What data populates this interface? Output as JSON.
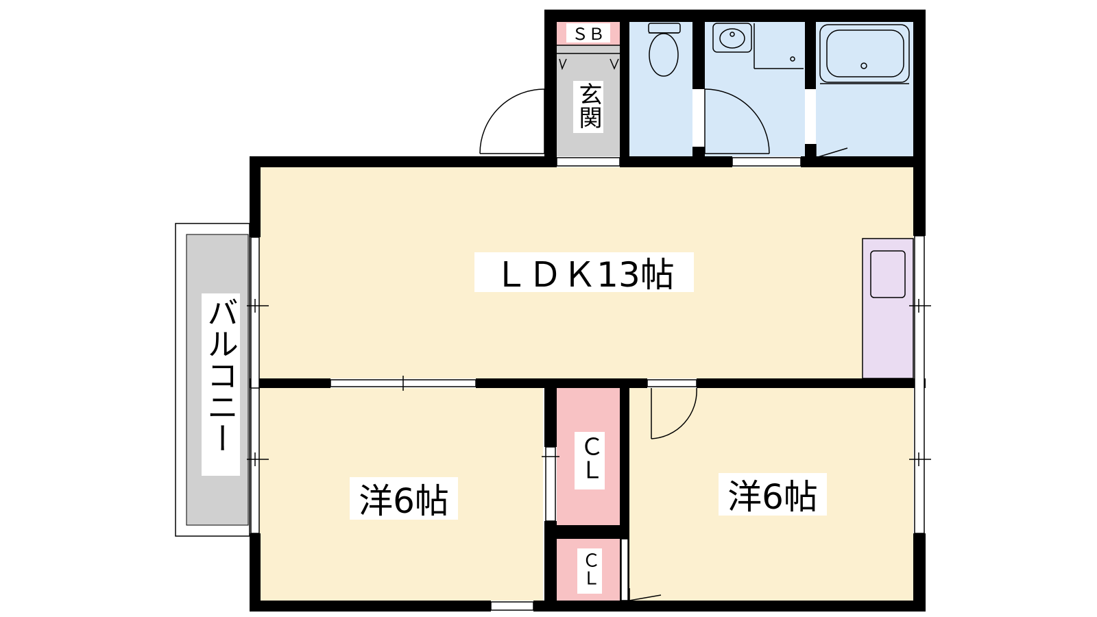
{
  "rooms": {
    "sb": {
      "label": "ＳＢ"
    },
    "entrance": {
      "label": "玄関"
    },
    "ldk": {
      "label": "ＬＤＫ13帖"
    },
    "balcony": {
      "label": "バルコニー"
    },
    "western_left": {
      "label": "洋6帖"
    },
    "western_right": {
      "label": "洋6帖"
    },
    "closet_upper": {
      "label": "ＣＬ"
    },
    "closet_lower": {
      "label": "ＣＬ"
    }
  },
  "colors": {
    "wall": "#000000",
    "floor_living": "#fcf0d0",
    "floor_wet": "#d6e8f8",
    "floor_storage": "#f8c2c4",
    "floor_entrance": "#d0d0d0",
    "balcony": "#d0d0d0",
    "kitchen": "#eadcf2"
  }
}
